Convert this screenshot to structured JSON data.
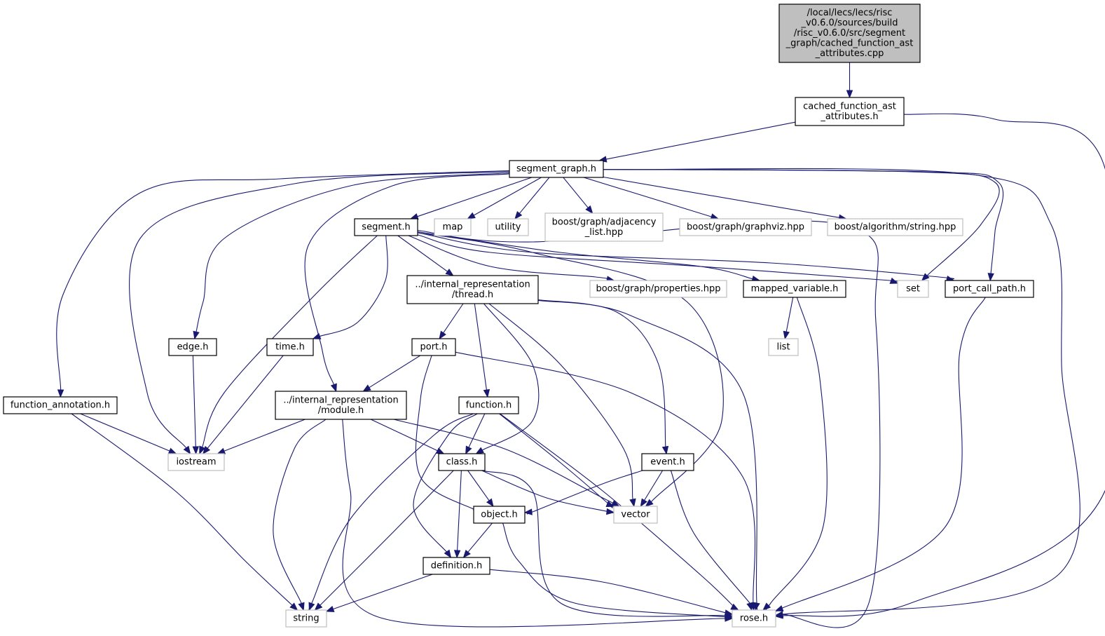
{
  "diagram": {
    "colors": {
      "edge": "#191970",
      "root_fill": "#bfbfbf",
      "external_border": "#bfbfbf",
      "node_border": "#000000"
    },
    "nodes": [
      {
        "id": "root",
        "kind": "root",
        "lines": [
          "/local/lecs/lecs/risc",
          "_v0.6.0/sources/build",
          "/risc_v0.6.0/src/segment",
          "_graph/cached_function_ast",
          "_attributes.cpp"
        ]
      },
      {
        "id": "cfa",
        "kind": "local",
        "lines": [
          "cached_function_ast",
          "_attributes.h"
        ]
      },
      {
        "id": "sg",
        "kind": "local",
        "lines": [
          "segment_graph.h"
        ]
      },
      {
        "id": "seg",
        "kind": "local",
        "lines": [
          "segment.h"
        ]
      },
      {
        "id": "map",
        "kind": "external",
        "lines": [
          "map"
        ]
      },
      {
        "id": "utility",
        "kind": "external",
        "lines": [
          "utility"
        ]
      },
      {
        "id": "adj",
        "kind": "external",
        "lines": [
          "boost/graph/adjacency",
          "_list.hpp"
        ]
      },
      {
        "id": "gviz",
        "kind": "external",
        "lines": [
          "boost/graph/graphviz.hpp"
        ]
      },
      {
        "id": "algstr",
        "kind": "external",
        "lines": [
          "boost/algorithm/string.hpp"
        ]
      },
      {
        "id": "thread",
        "kind": "local",
        "lines": [
          "../internal_representation",
          "/thread.h"
        ]
      },
      {
        "id": "props",
        "kind": "external",
        "lines": [
          "boost/graph/properties.hpp"
        ]
      },
      {
        "id": "mapped",
        "kind": "local",
        "lines": [
          "mapped_variable.h"
        ]
      },
      {
        "id": "set",
        "kind": "external",
        "lines": [
          "set"
        ]
      },
      {
        "id": "pcp",
        "kind": "local",
        "lines": [
          "port_call_path.h"
        ]
      },
      {
        "id": "edge",
        "kind": "local",
        "lines": [
          "edge.h"
        ]
      },
      {
        "id": "time",
        "kind": "local",
        "lines": [
          "time.h"
        ]
      },
      {
        "id": "port",
        "kind": "local",
        "lines": [
          "port.h"
        ]
      },
      {
        "id": "list",
        "kind": "external",
        "lines": [
          "list"
        ]
      },
      {
        "id": "fann",
        "kind": "local",
        "lines": [
          "function_annotation.h"
        ]
      },
      {
        "id": "module",
        "kind": "local",
        "lines": [
          "../internal_representation",
          "/module.h"
        ]
      },
      {
        "id": "func",
        "kind": "local",
        "lines": [
          "function.h"
        ]
      },
      {
        "id": "iostream",
        "kind": "external",
        "lines": [
          "iostream"
        ]
      },
      {
        "id": "class",
        "kind": "local",
        "lines": [
          "class.h"
        ]
      },
      {
        "id": "event",
        "kind": "local",
        "lines": [
          "event.h"
        ]
      },
      {
        "id": "object",
        "kind": "local",
        "lines": [
          "object.h"
        ]
      },
      {
        "id": "vector",
        "kind": "external",
        "lines": [
          "vector"
        ]
      },
      {
        "id": "def",
        "kind": "local",
        "lines": [
          "definition.h"
        ]
      },
      {
        "id": "string",
        "kind": "external",
        "lines": [
          "string"
        ]
      },
      {
        "id": "rose",
        "kind": "external",
        "lines": [
          "rose.h"
        ]
      }
    ],
    "edges": [
      [
        "root",
        "cfa"
      ],
      [
        "cfa",
        "sg"
      ],
      [
        "cfa",
        "rose"
      ],
      [
        "sg",
        "seg"
      ],
      [
        "sg",
        "map"
      ],
      [
        "sg",
        "utility"
      ],
      [
        "sg",
        "adj"
      ],
      [
        "sg",
        "gviz"
      ],
      [
        "sg",
        "algstr"
      ],
      [
        "sg",
        "set"
      ],
      [
        "sg",
        "pcp"
      ],
      [
        "sg",
        "rose"
      ],
      [
        "sg",
        "fann"
      ],
      [
        "sg",
        "iostream"
      ],
      [
        "sg",
        "edge"
      ],
      [
        "sg",
        "module"
      ],
      [
        "seg",
        "thread"
      ],
      [
        "seg",
        "props"
      ],
      [
        "seg",
        "mapped"
      ],
      [
        "seg",
        "set"
      ],
      [
        "seg",
        "pcp"
      ],
      [
        "seg",
        "time"
      ],
      [
        "seg",
        "iostream"
      ],
      [
        "seg",
        "vector"
      ],
      [
        "seg",
        "rose"
      ],
      [
        "thread",
        "port"
      ],
      [
        "thread",
        "func"
      ],
      [
        "thread",
        "class"
      ],
      [
        "thread",
        "vector"
      ],
      [
        "thread",
        "event"
      ],
      [
        "thread",
        "rose"
      ],
      [
        "mapped",
        "list"
      ],
      [
        "mapped",
        "rose"
      ],
      [
        "pcp",
        "rose"
      ],
      [
        "edge",
        "iostream"
      ],
      [
        "time",
        "iostream"
      ],
      [
        "port",
        "module"
      ],
      [
        "port",
        "object"
      ],
      [
        "port",
        "rose"
      ],
      [
        "fann",
        "iostream"
      ],
      [
        "fann",
        "string"
      ],
      [
        "module",
        "iostream"
      ],
      [
        "module",
        "class"
      ],
      [
        "module",
        "vector"
      ],
      [
        "module",
        "string"
      ],
      [
        "module",
        "rose"
      ],
      [
        "func",
        "class"
      ],
      [
        "func",
        "def"
      ],
      [
        "func",
        "string"
      ],
      [
        "func",
        "vector"
      ],
      [
        "func",
        "rose"
      ],
      [
        "class",
        "object"
      ],
      [
        "class",
        "def"
      ],
      [
        "class",
        "vector"
      ],
      [
        "class",
        "string"
      ],
      [
        "class",
        "rose"
      ],
      [
        "event",
        "object"
      ],
      [
        "event",
        "vector"
      ],
      [
        "event",
        "rose"
      ],
      [
        "object",
        "def"
      ],
      [
        "object",
        "rose"
      ],
      [
        "def",
        "string"
      ],
      [
        "def",
        "rose"
      ]
    ]
  }
}
